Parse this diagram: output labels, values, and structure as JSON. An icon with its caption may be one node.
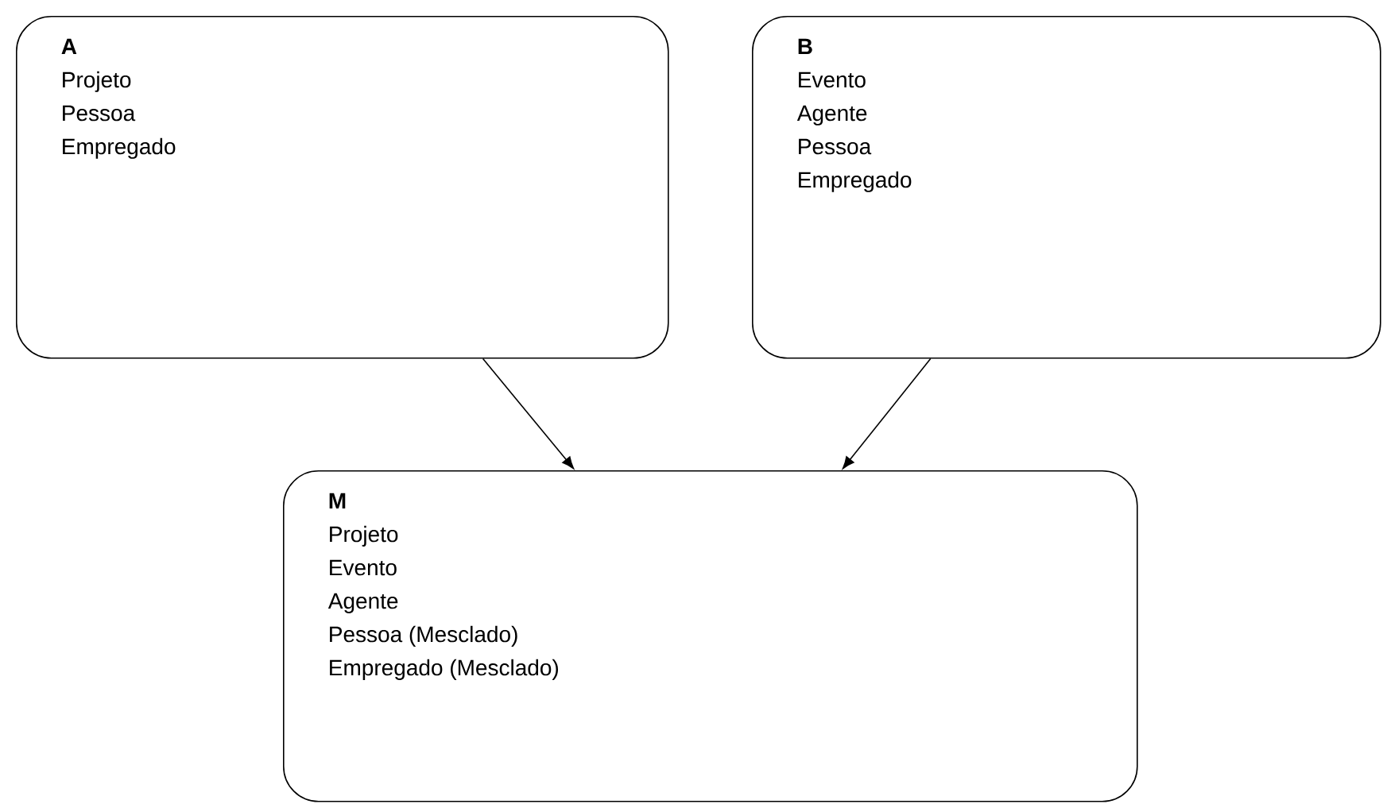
{
  "diagram": {
    "nodes": [
      {
        "text": [
          "A",
          "Projeto",
          "Pessoa",
          "Empregado"
        ]
      },
      {
        "text": [
          "B",
          "Evento",
          "Agente",
          "Pessoa",
          "Empregado"
        ]
      },
      {
        "text": [
          "M",
          "Projeto",
          "Evento",
          "Agente",
          "Pessoa (Mesclado)",
          "Empregado (Mesclado)"
        ]
      }
    ],
    "edges": [
      {
        "from": 0,
        "to": 2,
        "arrow": "to"
      },
      {
        "from": 1,
        "to": 2,
        "arrow": "to"
      }
    ]
  }
}
